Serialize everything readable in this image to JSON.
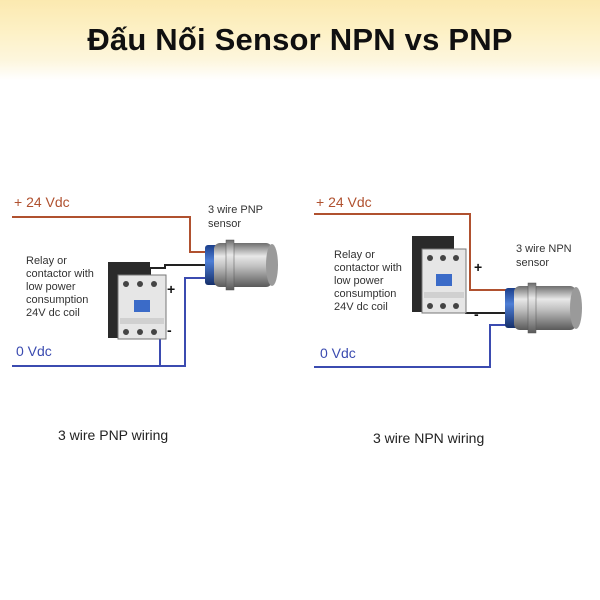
{
  "title": "Đấu Nối Sensor NPN vs PNP",
  "colors": {
    "positive": "#b0512f",
    "negative": "#3b4bb0",
    "signal": "#222222",
    "banner": "#fbe9b0"
  },
  "left": {
    "supply_positive": "+ 24 Vdc",
    "supply_negative": "0 Vdc",
    "sensor_label": [
      "3 wire PNP",
      "sensor"
    ],
    "relay_label": [
      "Relay or",
      "contactor with",
      "low power",
      "consumption",
      "24V dc coil"
    ],
    "plus": "+",
    "minus": "-",
    "caption": "3 wire PNP wiring"
  },
  "right": {
    "supply_positive": "+ 24 Vdc",
    "supply_negative": "0 Vdc",
    "sensor_label": [
      "3 wire NPN",
      "sensor"
    ],
    "relay_label": [
      "Relay or",
      "contactor with",
      "low power",
      "consumption",
      "24V dc coil"
    ],
    "plus": "+",
    "minus": "-",
    "caption": "3 wire NPN wiring"
  }
}
